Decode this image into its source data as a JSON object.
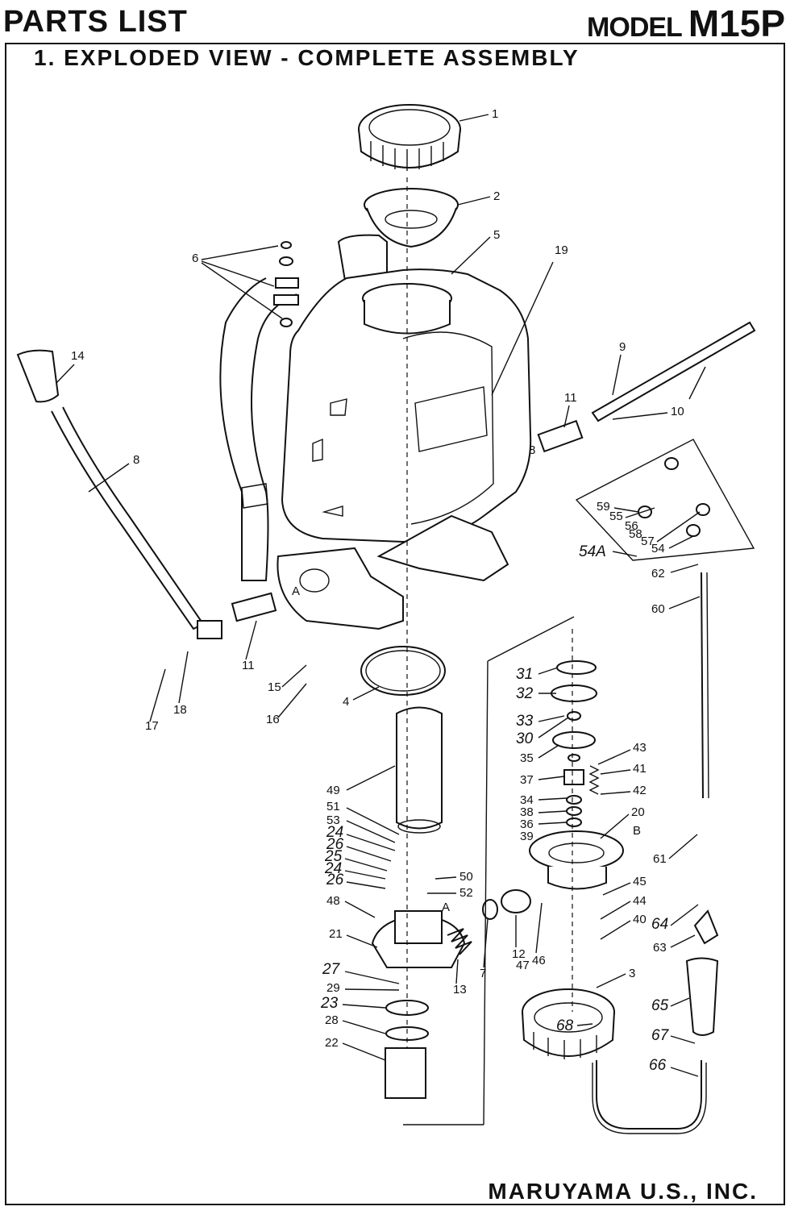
{
  "header": {
    "title": "PARTS LIST",
    "model_label": "MODEL",
    "model_number": "M15P"
  },
  "section_title": "1. EXPLODED VIEW - COMPLETE ASSEMBLY",
  "footer": {
    "company": "MARUYAMA U.S., INC."
  },
  "callouts": {
    "c1": "1",
    "c2": "2",
    "c3": "3",
    "c4": "4",
    "c5": "5",
    "c6": "6",
    "c7": "7",
    "c8a": "8",
    "c8b": "8",
    "c9": "9",
    "c10": "10",
    "c11a": "11",
    "c11b": "11",
    "c12": "12",
    "c13": "13",
    "c14": "14",
    "c15": "15",
    "c16": "16",
    "c17": "17",
    "c18": "18",
    "c19": "19",
    "c20": "20",
    "c21": "21",
    "c22": "22",
    "c23": "23",
    "c24a": "24",
    "c24b": "24",
    "c25": "25",
    "c26a": "26",
    "c26b": "26",
    "c27": "27",
    "c28": "28",
    "c29": "29",
    "c30": "30",
    "c31": "31",
    "c32": "32",
    "c33": "33",
    "c34": "34",
    "c35": "35",
    "c36": "36",
    "c37": "37",
    "c38": "38",
    "c39": "39",
    "c40": "40",
    "c41": "41",
    "c42": "42",
    "c43": "43",
    "c44": "44",
    "c45": "45",
    "c46": "46",
    "c47": "47",
    "c48": "48",
    "c49": "49",
    "c50": "50",
    "c51": "51",
    "c52": "52",
    "c53": "53",
    "c54": "54",
    "c54a": "54A",
    "c55": "55",
    "c56": "56",
    "c57": "57",
    "c58": "58",
    "c59": "59",
    "c60": "60",
    "c61": "61",
    "c62": "62",
    "c63": "63",
    "c64": "64",
    "c65": "65",
    "c66": "66",
    "c67": "67",
    "c68": "68",
    "cA1": "A",
    "cA2": "A",
    "cB": "B"
  }
}
